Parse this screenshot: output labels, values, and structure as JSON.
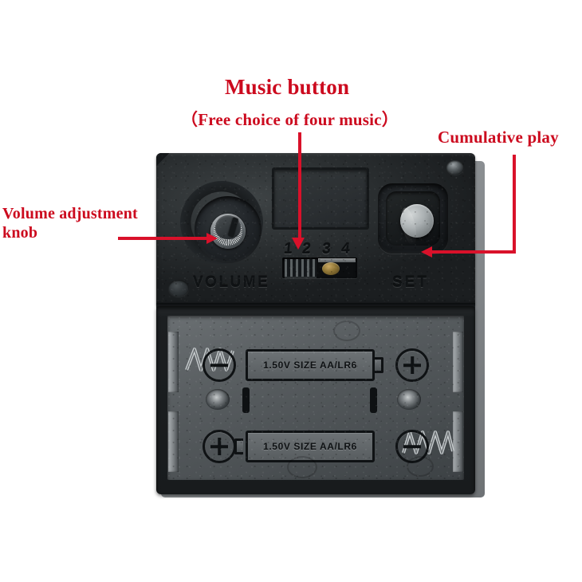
{
  "image": {
    "subject": "Music clock movement module with volume knob, melody selector and SET button",
    "background_color": "#ffffff",
    "annotation_color": "#cc0a1e"
  },
  "annotations": [
    {
      "id": "music-button",
      "title": "Music button",
      "subtitle": "（Free choice of four music）",
      "pointer": "down-arrow"
    },
    {
      "id": "cumulative-play",
      "title": "Cumulative play",
      "pointer": "elbow-arrow-left"
    },
    {
      "id": "volume-knob",
      "title": "Volume adjustment knob",
      "pointer": "right-arrow"
    }
  ],
  "device": {
    "top_panel": {
      "volume_label": "VOLUME",
      "set_label": "SET",
      "selector_numbers": [
        "1",
        "2",
        "3",
        "4"
      ],
      "knob_name": "volume-potentiometer",
      "button_name": "set-button"
    },
    "battery_compartment": {
      "slots": [
        {
          "marking": "1.50V SIZE AA/LR6",
          "left_polarity": "−",
          "right_polarity": "+"
        },
        {
          "marking": "1.50V SIZE AA/LR6",
          "left_polarity": "+",
          "right_polarity": "−"
        }
      ]
    }
  }
}
